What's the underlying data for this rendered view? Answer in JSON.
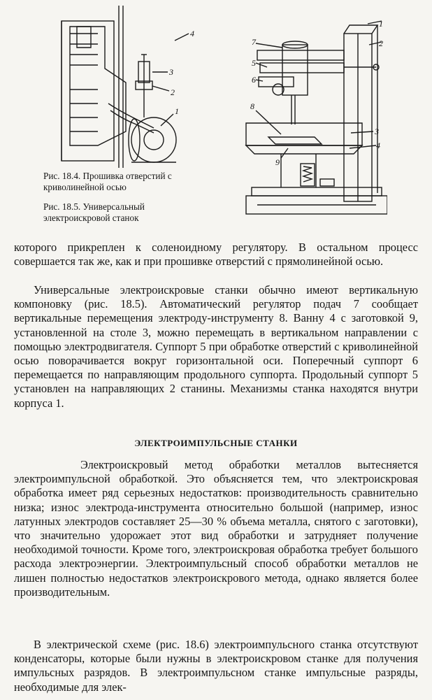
{
  "figure_left": {
    "labels": [
      "4",
      "3",
      "2",
      "1"
    ]
  },
  "figure_right": {
    "labels": [
      "1",
      "2",
      "7",
      "5",
      "6",
      "8",
      "3",
      "4",
      "9"
    ]
  },
  "captions": {
    "fig_18_4": "Рис. 18.4. Прошивка отверстий с криволинейной осью",
    "fig_18_5": "Рис. 18.5. Универсальный электроискровой станок"
  },
  "paragraphs": {
    "p1": "которого прикреплен к соленоидному регулятору. В остальном процесс совершается так же, как и при прошивке отверстий с прямолинейной осью.",
    "p2": "Универсальные электроискровые станки обычно имеют вертикальную компоновку (рис. 18.5). Автоматический регулятор подач 7 сообщает вертикальные перемещения электроду-инструменту 8. Ванну 4 с заготовкой 9, установленной на столе 3, можно перемещать в вертикальном направлении с помощью электродвигателя. Суппорт 5 при обработке отверстий с криволинейной осью поворачивается вокруг горизонтальной оси. Поперечный суппорт 6 перемещается по направляющим продольного суппорта. Продольный суппорт 5 установлен на направляющих 2 станины. Механизмы станка находятся внутри корпуса 1.",
    "heading": "ЭЛЕКТРОИМПУЛЬСНЫЕ СТАНКИ",
    "p3": "Электроискровый метод обработки металлов вытесняется электроимпульсной обработкой. Это объясняется тем, что электроискровая обработка имеет ряд серьезных недостатков: производительность сравнительно низка; износ электрода-инструмента относительно большой (например, износ латунных электродов составляет 25—30 % объема металла, снятого с заготовки), что значительно удорожает этот вид обработки и затрудняет получение необходимой точности. Кроме того, электроискровая обработка требует большого расхода электроэнергии. Электроимпульсный способ обработки металлов не лишен полностью недостатков электроискрового метода, однако является более производительным.",
    "p4": "В электрической схеме (рис. 18.6) электроимпульсного станка отсутствуют конденсаторы, которые были нужны в электроискровом станке для получения импульсных разрядов. В электроимпульсном станке импульсные разряды, необходимые для элек-"
  }
}
